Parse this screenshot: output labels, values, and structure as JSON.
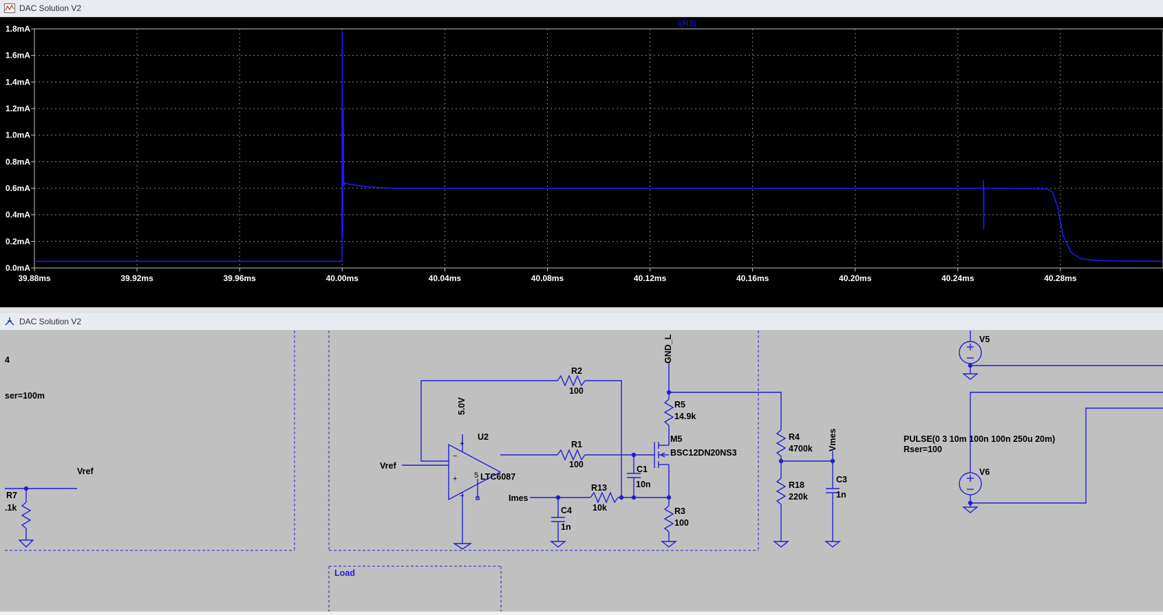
{
  "wave_window": {
    "title": "DAC Solution V2",
    "icon": "waveform-icon"
  },
  "schematic_window": {
    "title": "DAC Solution V2",
    "icon": "schematic-icon"
  },
  "chart_data": {
    "type": "line",
    "title": "",
    "xlabel": "",
    "ylabel": "",
    "grid": true,
    "legend": "top-center",
    "xlim": [
      39.88,
      40.32
    ],
    "ylim": [
      0.0,
      1.8
    ],
    "x_ticks": [
      "39.88ms",
      "39.92ms",
      "39.96ms",
      "40.00ms",
      "40.04ms",
      "40.08ms",
      "40.12ms",
      "40.16ms",
      "40.20ms",
      "40.24ms",
      "40.28ms"
    ],
    "y_ticks": [
      "0.0mA",
      "0.2mA",
      "0.4mA",
      "0.6mA",
      "0.8mA",
      "1.0mA",
      "1.2mA",
      "1.4mA",
      "1.6mA",
      "1.8mA"
    ],
    "series": [
      {
        "name": "I(R3)",
        "color": "#1a1aff",
        "x": [
          39.88,
          39.9999,
          40.0,
          40.0002,
          40.0004,
          40.0006,
          40.0008,
          40.001,
          40.003,
          40.01,
          40.02,
          40.05,
          40.1,
          40.2,
          40.2499,
          40.25,
          40.2501,
          40.2502,
          40.26,
          40.275,
          40.277,
          40.279,
          40.281,
          40.284,
          40.288,
          40.295,
          40.32
        ],
        "y": [
          0.05,
          0.05,
          1.78,
          0.23,
          1.2,
          0.65,
          0.62,
          0.64,
          0.63,
          0.61,
          0.6,
          0.6,
          0.6,
          0.6,
          0.6,
          0.66,
          0.29,
          0.6,
          0.6,
          0.595,
          0.57,
          0.45,
          0.25,
          0.12,
          0.07,
          0.055,
          0.05
        ]
      }
    ]
  },
  "schematic": {
    "labels": {
      "left_fragment_4": "4",
      "left_fragment_rser": "ser=100m",
      "vref_net_left": "Vref",
      "r7_name": "R7",
      "r7_value": ".1k",
      "gnd_l": "GND_L",
      "supply_5v": "5.0V",
      "u2_name": "U2",
      "u2_part": "LTC6087",
      "vref_in": "Vref",
      "imes": "Imes",
      "r2_name": "R2",
      "r2_value": "100",
      "r1_name": "R1",
      "r1_value": "100",
      "r13_name": "R13",
      "r13_value": "10k",
      "c4_name": "C4",
      "c4_value": "1n",
      "c1_name": "C1",
      "c1_value": "10n",
      "r5_name": "R5",
      "r5_value": "14.9k",
      "m5_name": "M5",
      "m5_part": "BSC12DN20NS3",
      "r3_name": "R3",
      "r3_value": "100",
      "r4_name": "R4",
      "r4_value": "4700k",
      "r18_name": "R18",
      "r18_value": "220k",
      "vmes": "Vmes",
      "c3_name": "C3",
      "c3_value": "1n",
      "v5_name": "V5",
      "v6_name": "V6",
      "pulse_line1": "PULSE(0 3 10m 100n 100n 250u 20m)",
      "pulse_line2": "Rser=100",
      "load_box": "Load"
    }
  }
}
